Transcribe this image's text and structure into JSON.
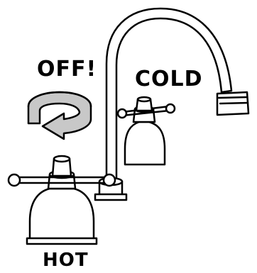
{
  "labels": {
    "off": "OFF!",
    "cold": "COLD",
    "hot": "HOT"
  },
  "icons": {
    "rotation_arrow": "counterclockwise-turn-arrow-icon"
  },
  "colors": {
    "outline": "#000000",
    "fill": "#ffffff",
    "arrow_band": "#c8c8c8"
  }
}
